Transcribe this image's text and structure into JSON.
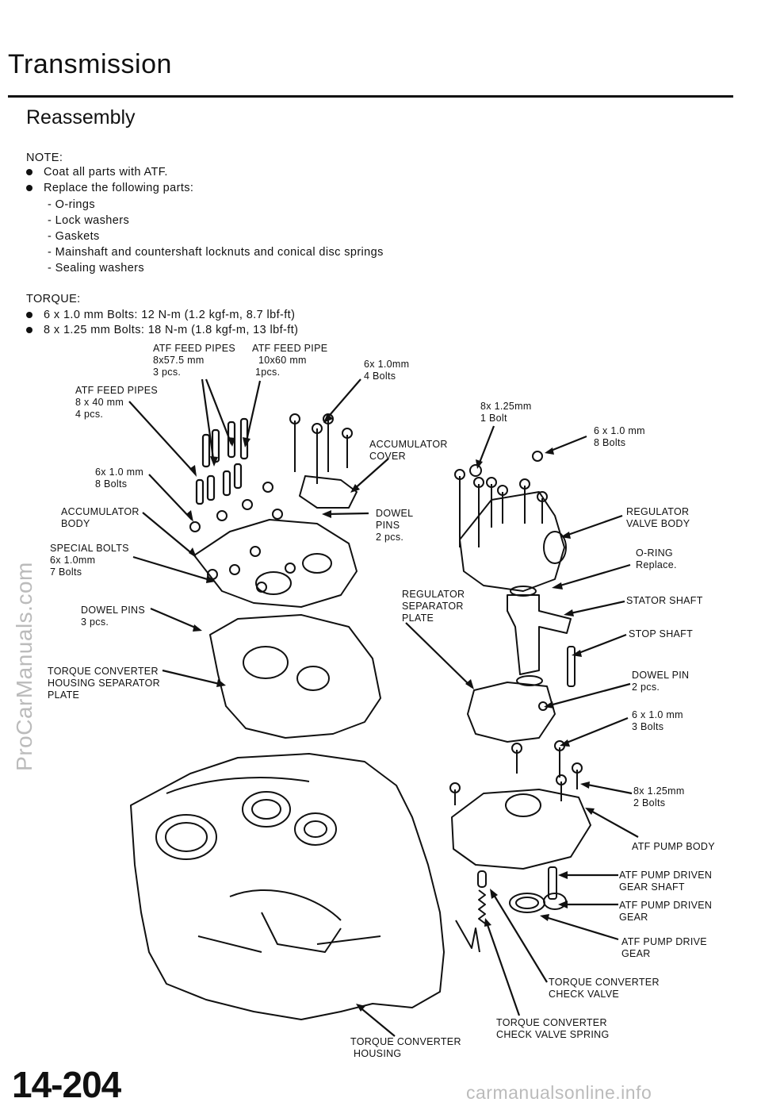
{
  "header": {
    "title": "Transmission",
    "subtitle": "Reassembly"
  },
  "note": {
    "heading": "NOTE:",
    "bullets": [
      "Coat all parts with ATF.",
      "Replace the following parts:"
    ],
    "sub_items": [
      "- O-rings",
      "- Lock washers",
      "- Gaskets",
      "- Mainshaft and countershaft locknuts and conical disc springs",
      "- Sealing washers"
    ]
  },
  "torque": {
    "heading": "TORQUE:",
    "items": [
      "6 x 1.0 mm Bolts: 12 N-m (1.2 kgf-m, 8.7 lbf-ft)",
      "8 x 1.25 mm Bolts: 18 N-m (1.8 kgf-m, 13 lbf-ft)"
    ]
  },
  "labels": {
    "atf_feed_pipes_57": [
      "ATF FEED PIPES",
      "8x57.5 mm",
      "3 pcs."
    ],
    "atf_feed_pipe_60": [
      "ATF FEED PIPE",
      "10x60 mm",
      "1pcs."
    ],
    "bolts_6x10_4": [
      "6x 1.0mm",
      "4 Bolts"
    ],
    "atf_feed_pipes_40": [
      "ATF FEED PIPES",
      "8 x 40 mm",
      "4 pcs."
    ],
    "bolts_6x10_8_left": [
      "6x 1.0 mm",
      "8 Bolts"
    ],
    "accumulator_body": [
      "ACCUMULATOR",
      "BODY"
    ],
    "special_bolts": [
      "SPECIAL BOLTS",
      "6x 1.0mm",
      "7 Bolts"
    ],
    "dowel_pins_3": [
      "DOWEL PINS",
      "3 pcs."
    ],
    "tc_housing_sep_plate": [
      "TORQUE CONVERTER",
      "HOUSING SEPARATOR",
      "PLATE"
    ],
    "accumulator_cover": [
      "ACCUMULATOR",
      "COVER"
    ],
    "dowel_pins_2": [
      "DOWEL",
      "PINS",
      "2 pcs."
    ],
    "reg_sep_plate": [
      "REGULATOR",
      "SEPARATOR",
      "PLATE"
    ],
    "bolt_8x125_1": [
      "8x 1.25mm",
      "1 Bolt"
    ],
    "bolts_6x10_8_right": [
      "6 x 1.0 mm",
      "8 Bolts"
    ],
    "regulator_valve_body": [
      "REGULATOR",
      "VALVE BODY"
    ],
    "o_ring": [
      "O-RING",
      "Replace."
    ],
    "stator_shaft": [
      "STATOR SHAFT"
    ],
    "stop_shaft": [
      "STOP SHAFT"
    ],
    "dowel_pin_2": [
      "DOWEL PIN",
      "2 pcs."
    ],
    "bolts_6x10_3": [
      "6 x 1.0 mm",
      "3 Bolts"
    ],
    "bolts_8x125_2": [
      "8x 1.25mm",
      "2 Bolts"
    ],
    "atf_pump_body": [
      "ATF PUMP BODY"
    ],
    "atf_pump_driven_shaft": [
      "ATF PUMP DRIVEN",
      "GEAR SHAFT"
    ],
    "atf_pump_driven_gear": [
      "ATF PUMP DRIVEN",
      "GEAR"
    ],
    "atf_pump_drive_gear": [
      "ATF PUMP DRIVE",
      "GEAR"
    ],
    "tc_check_valve": [
      "TORQUE CONVERTER",
      "CHECK VALVE"
    ],
    "tc_check_valve_spring": [
      "TORQUE CONVERTER",
      "CHECK VALVE SPRING"
    ],
    "tc_housing": [
      "TORQUE CONVERTER",
      "HOUSING"
    ]
  },
  "watermark": "ProCarManuals.com",
  "page_number": "14-204",
  "footer": "carmanualsonline.info"
}
